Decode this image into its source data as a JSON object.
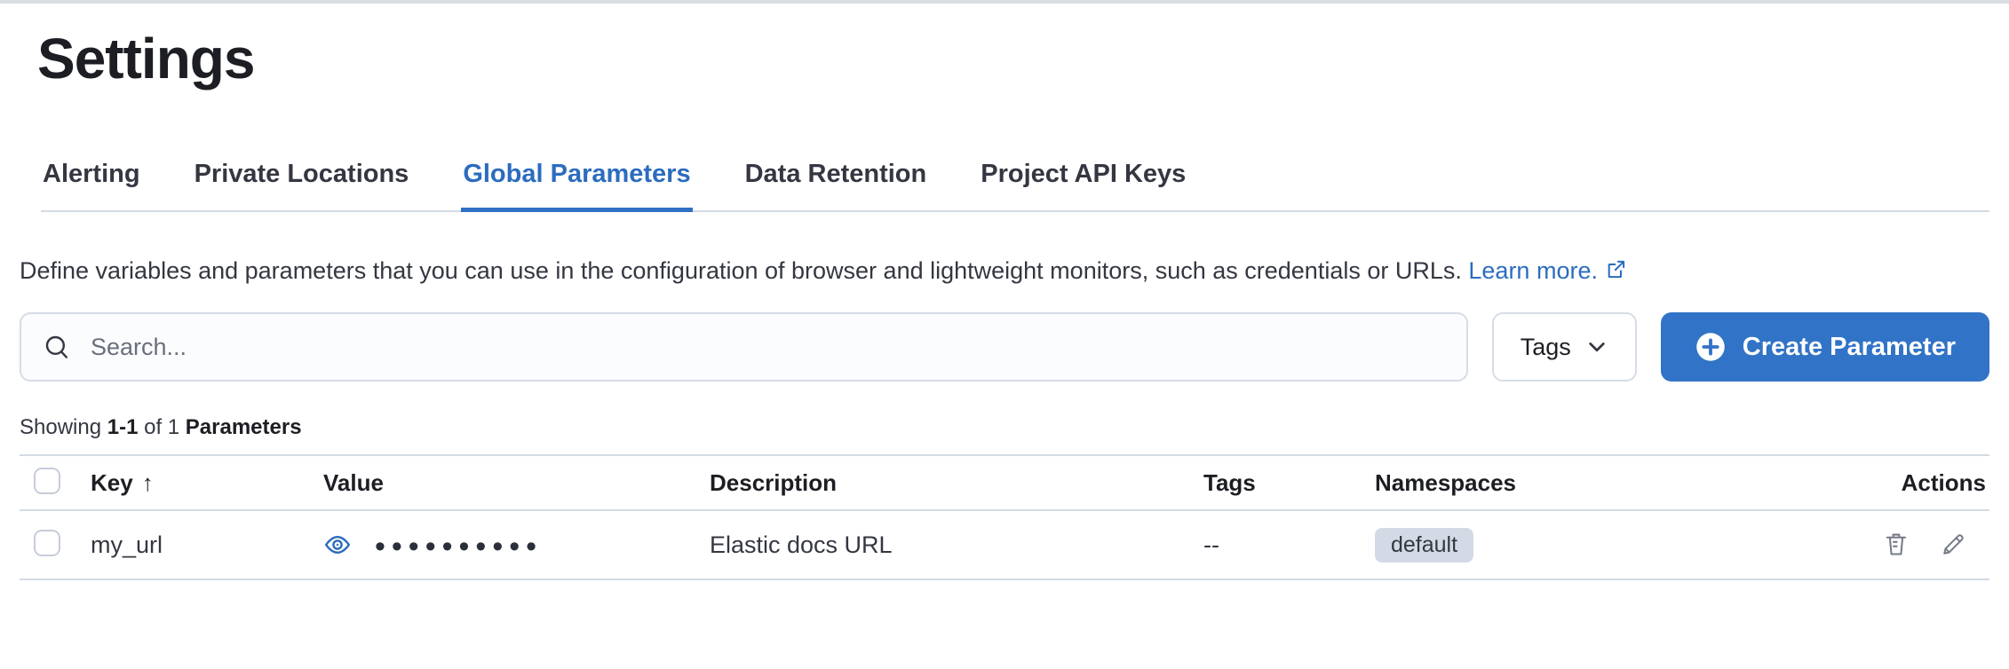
{
  "page": {
    "title": "Settings"
  },
  "tabs": [
    {
      "label": "Alerting",
      "active": false
    },
    {
      "label": "Private Locations",
      "active": false
    },
    {
      "label": "Global Parameters",
      "active": true
    },
    {
      "label": "Data Retention",
      "active": false
    },
    {
      "label": "Project API Keys",
      "active": false
    }
  ],
  "description": {
    "text": "Define variables and parameters that you can use in the configuration of browser and lightweight monitors, such as credentials or URLs.",
    "link_label": "Learn more."
  },
  "toolbar": {
    "search_placeholder": "Search...",
    "tags_filter_label": "Tags",
    "create_button_label": "Create Parameter"
  },
  "summary": {
    "prefix": "Showing",
    "range": "1-1",
    "middle": "of 1",
    "entity": "Parameters"
  },
  "table": {
    "sort_icon": "↑",
    "headers": {
      "key": "Key",
      "value": "Value",
      "description": "Description",
      "tags": "Tags",
      "namespaces": "Namespaces",
      "actions": "Actions"
    },
    "rows": [
      {
        "key": "my_url",
        "value_masked": "••••••••••",
        "description": "Elastic docs URL",
        "tags": "--",
        "namespace": "default"
      }
    ]
  },
  "colors": {
    "accent_blue": "#2b6cbe",
    "button_blue": "#3173c6",
    "divider": "#d3dae6",
    "badge_bg": "#d3dae6",
    "text_dark": "#343741"
  }
}
